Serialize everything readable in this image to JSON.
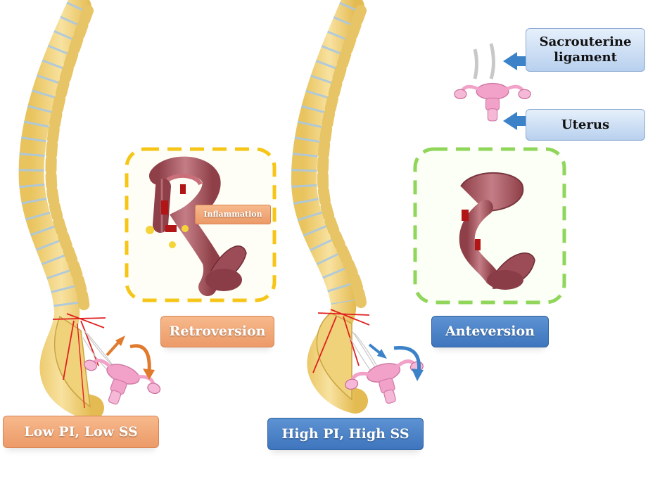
{
  "labels": {
    "low_pi_ss": "Low PI, Low SS",
    "high_pi_ss": "High PI, High SS",
    "retroversion": "Retroversion",
    "anteversion": "Anteversion",
    "inflammation": "Inflammation",
    "sacrouterine_ligament": "Sacrouterine ligament",
    "uterus": "Uterus"
  },
  "colors": {
    "orange_box": "#ec9a68",
    "blue_box": "#3e75bd",
    "legend_box": "#b8d0ee",
    "retro_frame": "#f5c518",
    "ante_frame": "#8fd65a",
    "bone": "#f3d98a",
    "disc": "#a9c8e2",
    "uterus_pink": "#f2a2c8",
    "uterus_tissue": "#a0565e",
    "orange_arrow": "#e07a2c",
    "blue_arrow": "#3b82c9",
    "red_lines": "#e02020"
  },
  "icons": [
    "spine-left",
    "spine-right",
    "uterus-retroverted",
    "uterus-anteverted",
    "uterus-small-pink",
    "ligament-strands"
  ]
}
